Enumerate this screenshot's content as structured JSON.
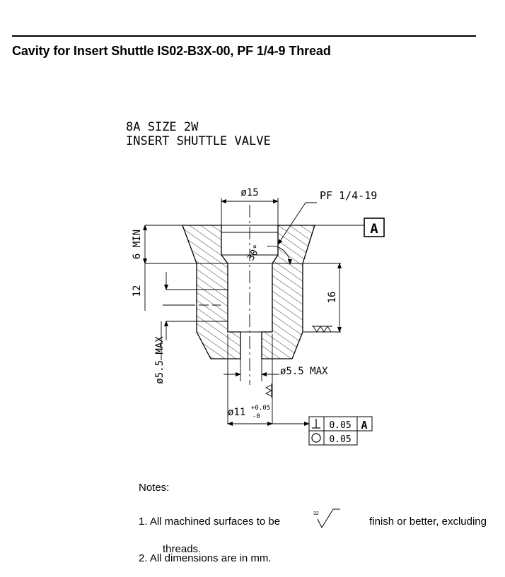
{
  "page": {
    "title": "Cavity for Insert Shuttle IS02-B3X-00, PF 1/4-9 Thread"
  },
  "drawing": {
    "caption_line1": "8A SIZE 2W",
    "caption_line2": "INSERT SHUTTLE VALVE",
    "dim_top_dia": "ø15",
    "thread_label": "PF 1/4-19",
    "datum_label": "A",
    "angle_label": "30°",
    "dim_min_depth": "6 MIN",
    "dim_side_port": "12",
    "dim_bore_depth": "16",
    "dim_port_dia_left": "ø5.5 MAX",
    "dim_port_dia_bottom": "ø5.5 MAX",
    "dim_bore_dia": "ø11",
    "tol_upper": "+0.05",
    "tol_lower": "-0",
    "fcf_perpendicularity_value": "0.05",
    "fcf_perpendicularity_datum": "A",
    "fcf_circularity_value": "0.05"
  },
  "notes": {
    "heading": "Notes:",
    "note1_before": "1. All machined surfaces to be",
    "note1_symbol_value": "32",
    "note1_after": "finish or better, excluding",
    "note1_cont": "threads.",
    "note2": "2. All dimensions are in mm."
  }
}
